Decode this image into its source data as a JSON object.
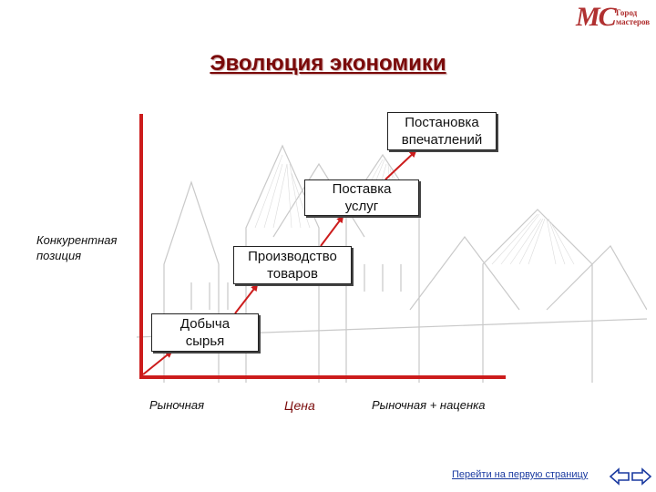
{
  "title": "Эволюция экономики",
  "logo": {
    "mark": "МС",
    "line1": "Город",
    "line2": "мастеров"
  },
  "stages": [
    {
      "label": "Добыча\nсырья"
    },
    {
      "label": "Производство\nтоваров"
    },
    {
      "label": "Поставка\nуслуг"
    },
    {
      "label": "Постановка\nвпечатлений"
    }
  ],
  "y_axis_label": "Конкурентная\nпозиция",
  "x_axis_labels": [
    "Рыночная",
    "Цена",
    "Рыночная + наценка"
  ],
  "nav": {
    "link_text": "Перейти на первую страницу"
  },
  "colors": {
    "axis": "#cc1c1c",
    "arrow": "#cc1c1c",
    "title": "#7a0a0a"
  }
}
